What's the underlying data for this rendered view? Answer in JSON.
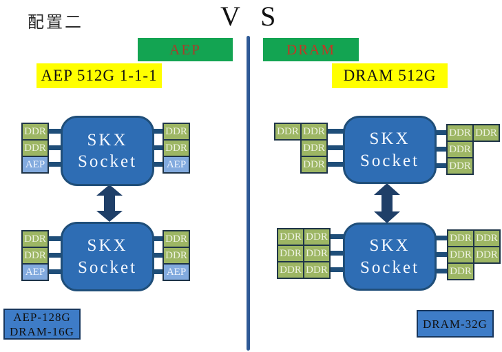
{
  "page": {
    "title": "配置二",
    "vs": "V S"
  },
  "left_config": {
    "banner_label": "AEP",
    "tag_label": "AEP 512G 1-1-1",
    "summary_lines": [
      "AEP-128G",
      "DRAM-16G"
    ]
  },
  "right_config": {
    "banner_label": "DRAM",
    "tag_label": "DRAM 512G",
    "summary_lines": [
      "DRAM-32G"
    ]
  },
  "socket_label": {
    "line1": "SKX",
    "line2": "Socket"
  },
  "sockets": [
    {
      "id": "left-top",
      "left_modules": [
        [
          "DDR"
        ],
        [
          "DDR"
        ],
        [
          "AEP"
        ]
      ],
      "right_modules": [
        [
          "DDR"
        ],
        [
          "DDR"
        ],
        [
          "AEP"
        ]
      ]
    },
    {
      "id": "left-bottom",
      "left_modules": [
        [
          "DDR"
        ],
        [
          "DDR"
        ],
        [
          "AEP"
        ]
      ],
      "right_modules": [
        [
          "DDR"
        ],
        [
          "DDR"
        ],
        [
          "AEP"
        ]
      ]
    },
    {
      "id": "right-top",
      "left_modules": [
        [
          "DDR",
          "DDR"
        ],
        [
          "DDR"
        ],
        [
          "DDR"
        ]
      ],
      "right_modules": [
        [
          "DDR",
          "DDR"
        ],
        [
          "DDR"
        ],
        [
          "DDR"
        ]
      ]
    },
    {
      "id": "right-bottom",
      "left_modules": [
        [
          "DDR",
          "DDR"
        ],
        [
          "DDR",
          "DDR"
        ],
        [
          "DDR",
          "DDR"
        ]
      ],
      "right_modules": [
        [
          "DDR",
          "DDR"
        ],
        [
          "DDR",
          "DDR"
        ],
        [
          "DDR"
        ]
      ]
    }
  ],
  "colors": {
    "banner_green": "#13a452",
    "tag_yellow": "#ffff00",
    "socket_blue": "#2e6db4",
    "socket_border": "#1f4e79",
    "ddr_green": "#9db664",
    "aep_module_blue": "#82aade",
    "connector_blue": "#1f4e79",
    "arrow_navy": "#1f3f68",
    "divider_blue": "#2f5a96",
    "summary_blue": "#3e7cc7",
    "left_banner_text": "#a63e2c",
    "right_banner_text": "#c53524"
  }
}
